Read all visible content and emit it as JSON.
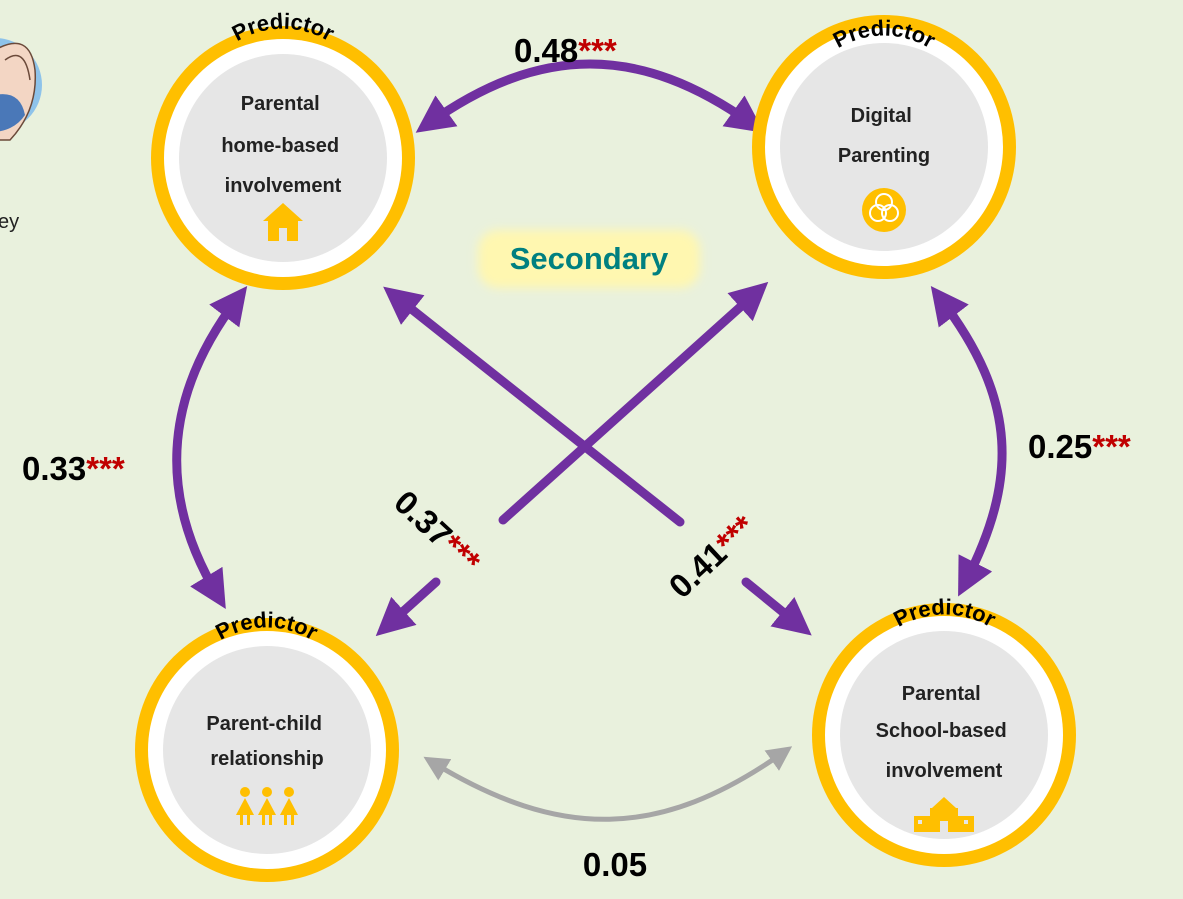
{
  "partial_text": "ey",
  "secondary_label": "Secondary",
  "predictor_label": "Predictor",
  "nodes": [
    {
      "id": "home",
      "lines": [
        "Parental",
        "home-based",
        "involvement"
      ],
      "icon": "house-icon"
    },
    {
      "id": "digital",
      "lines": [
        "Digital",
        "Parenting"
      ],
      "icon": "venn-icon"
    },
    {
      "id": "relationship",
      "lines": [
        "Parent-child",
        "relationship"
      ],
      "icon": "family-icon"
    },
    {
      "id": "school",
      "lines": [
        "Parental",
        "School-based",
        "involvement"
      ],
      "icon": "school-icon"
    }
  ],
  "edges": [
    {
      "from": "home",
      "to": "digital",
      "value": "0.48",
      "stars": "***"
    },
    {
      "from": "home",
      "to": "relationship",
      "value": "0.33",
      "stars": "***"
    },
    {
      "from": "digital",
      "to": "school",
      "value": "0.25",
      "stars": "***"
    },
    {
      "from": "digital",
      "to": "relationship",
      "value": "0.37",
      "stars": "***"
    },
    {
      "from": "home",
      "to": "school",
      "value": "0.41",
      "stars": "***"
    },
    {
      "from": "relationship",
      "to": "school",
      "value": "0.05",
      "stars": ""
    }
  ],
  "colors": {
    "background": "#e9f1dd",
    "ring": "#ffbf00",
    "node_fill": "#e6e6e6",
    "arrow_significant": "#7030a0",
    "arrow_nonsignificant": "#a6a6a6",
    "stars": "#c00000",
    "secondary_text": "#008080"
  }
}
